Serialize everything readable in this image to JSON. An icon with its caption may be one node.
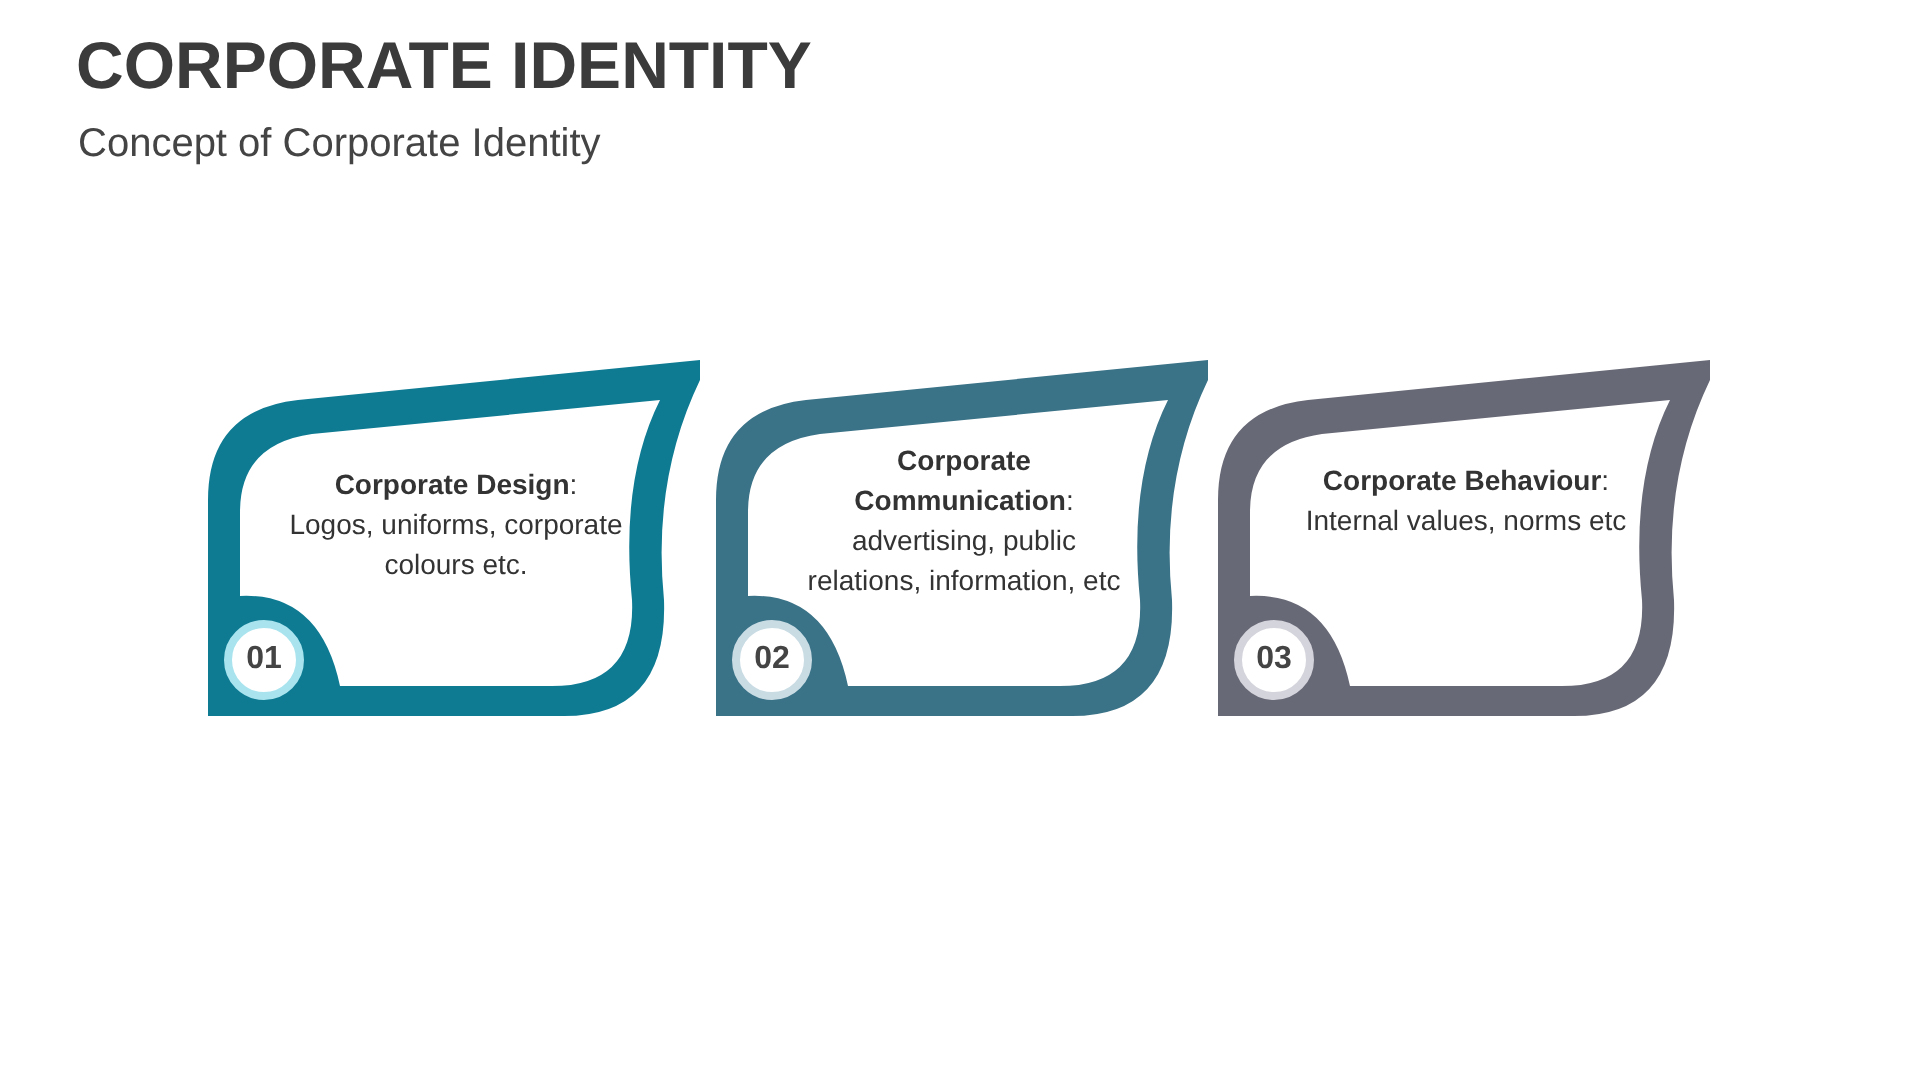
{
  "diagram": {
    "title": "CORPORATE IDENTITY",
    "nodes": [
      {
        "text": [
          "**Corporate Design**:",
          "Logos, uniforms, corporate colours etc."
        ]
      },
      {
        "text": [
          "01"
        ],
        "in": 0
      },
      {
        "text": [
          "**Corporate Communication**:",
          "advertising, public relations, information, etc"
        ]
      },
      {
        "text": [
          "02"
        ],
        "in": 2
      },
      {
        "text": [
          "**Corporate Behaviour**:",
          "Internal values, norms etc"
        ]
      },
      {
        "text": [
          "03"
        ],
        "in": 4
      }
    ],
    "edges": [],
    "labels": [
      "Concept of Corporate Identity"
    ]
  }
}
